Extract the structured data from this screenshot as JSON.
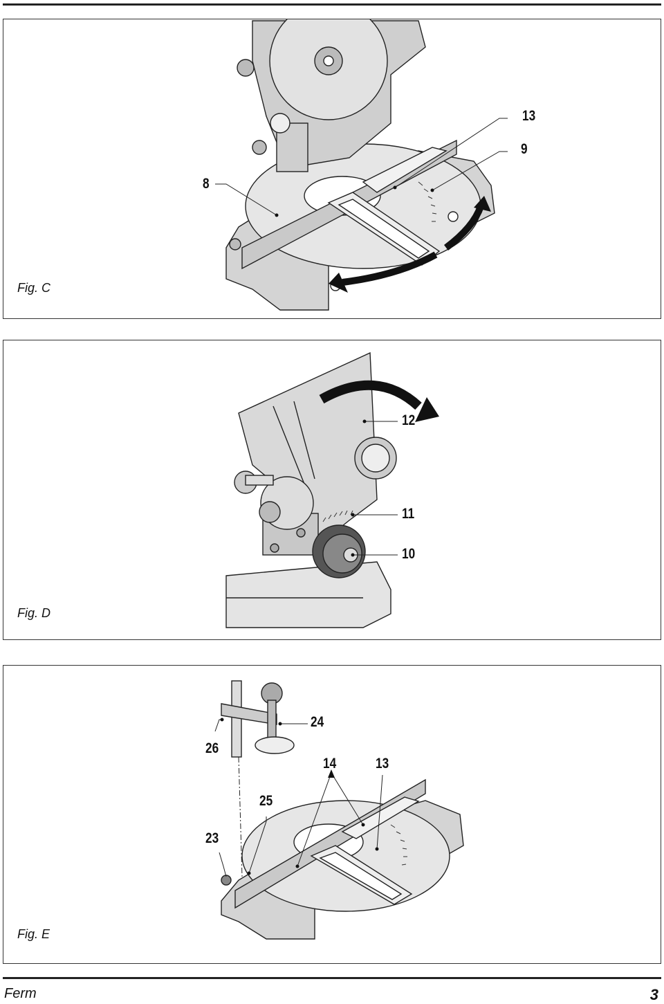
{
  "figures": [
    {
      "label": "Fig. C",
      "callouts": [
        "13",
        "9",
        "8"
      ]
    },
    {
      "label": "Fig. D",
      "callouts": [
        "12",
        "11",
        "10"
      ]
    },
    {
      "label": "Fig. E",
      "callouts": [
        "24",
        "26",
        "14",
        "13",
        "25",
        "23"
      ]
    }
  ],
  "footer": {
    "brand": "Ferm",
    "page_number": "3"
  }
}
